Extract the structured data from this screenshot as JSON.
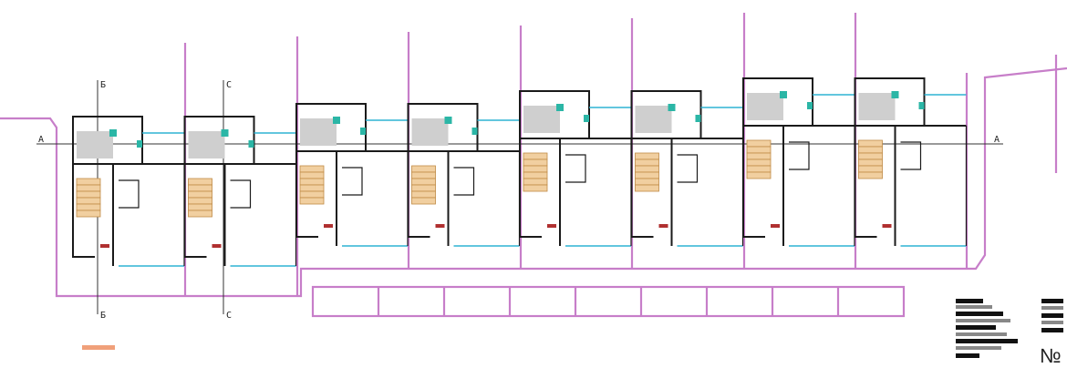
{
  "plan": {
    "section_marks": [
      "A",
      "A",
      "Б",
      "Б",
      "С",
      "С"
    ],
    "units": 8,
    "number_sign": "№",
    "colors": {
      "walls": "#1a1a1a",
      "site_boundary": "#c77ec9",
      "glazing": "#2fb3d3",
      "stairs": "#f1cfa0",
      "kitchen": "#2bb6a6",
      "scale_bar": "#f0a07a"
    }
  }
}
